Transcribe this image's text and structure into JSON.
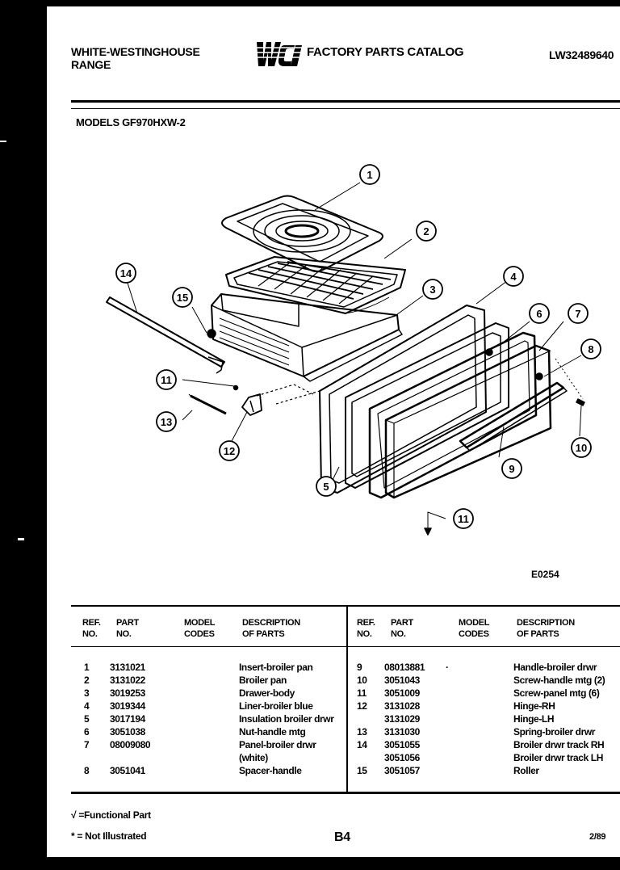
{
  "header": {
    "brand_line1": "WHITE-WESTINGHOUSE",
    "brand_line2": "RANGE",
    "logo_text": "WCI",
    "catalog_title": "FACTORY PARTS CATALOG",
    "catalog_number": "LW32489640"
  },
  "models_line": "MODELS GF970HXW-2",
  "diagram": {
    "figure_code": "E0254",
    "callouts": [
      "1",
      "2",
      "3",
      "4",
      "5",
      "6",
      "7",
      "8",
      "9",
      "10",
      "11",
      "11",
      "12",
      "13",
      "14",
      "15"
    ]
  },
  "table": {
    "headers": {
      "ref_line1": "REF.",
      "ref_line2": "NO.",
      "part_line1": "PART",
      "part_line2": "NO.",
      "model_line1": "MODEL",
      "model_line2": "CODES",
      "desc_line1": "DESCRIPTION",
      "desc_line2": "OF PARTS"
    },
    "left_rows": [
      {
        "ref": "1",
        "part": "3131021",
        "model": "",
        "desc": "Insert-broiler pan"
      },
      {
        "ref": "2",
        "part": "3131022",
        "model": "",
        "desc": "Broiler pan"
      },
      {
        "ref": "3",
        "part": "3019253",
        "model": "",
        "desc": "Drawer-body"
      },
      {
        "ref": "4",
        "part": "3019344",
        "model": "",
        "desc": "Liner-broiler blue"
      },
      {
        "ref": "5",
        "part": "3017194",
        "model": "",
        "desc": "Insulation broiler drwr"
      },
      {
        "ref": "6",
        "part": "3051038",
        "model": "",
        "desc": "Nut-handle mtg"
      },
      {
        "ref": "7",
        "part": "08009080",
        "model": "",
        "desc": "Panel-broiler drwr"
      },
      {
        "ref": "",
        "part": "",
        "model": "",
        "desc": "(white)"
      },
      {
        "ref": "8",
        "part": "3051041",
        "model": "",
        "desc": "Spacer-handle"
      }
    ],
    "right_rows": [
      {
        "ref": "9",
        "part": "08013881",
        "model": "·",
        "desc": "Handle-broiler drwr"
      },
      {
        "ref": "10",
        "part": "3051043",
        "model": "",
        "desc": "Screw-handle mtg (2)"
      },
      {
        "ref": "11",
        "part": "3051009",
        "model": "",
        "desc": "Screw-panel mtg (6)"
      },
      {
        "ref": "12",
        "part": "3131028",
        "model": "",
        "desc": "Hinge-RH"
      },
      {
        "ref": "",
        "part": "3131029",
        "model": "",
        "desc": "Hinge-LH"
      },
      {
        "ref": "13",
        "part": "3131030",
        "model": "",
        "desc": "Spring-broiler drwr"
      },
      {
        "ref": "14",
        "part": "3051055",
        "model": "",
        "desc": "Broiler drwr track RH"
      },
      {
        "ref": "",
        "part": "3051056",
        "model": "",
        "desc": "Broiler drwr track LH"
      },
      {
        "ref": "15",
        "part": "3051057",
        "model": "",
        "desc": "Roller"
      }
    ]
  },
  "footer": {
    "functional_note": "√ =Functional Part",
    "not_illustrated_note": "* = Not Illustrated",
    "page_number": "B4",
    "date_code": "2/89"
  }
}
